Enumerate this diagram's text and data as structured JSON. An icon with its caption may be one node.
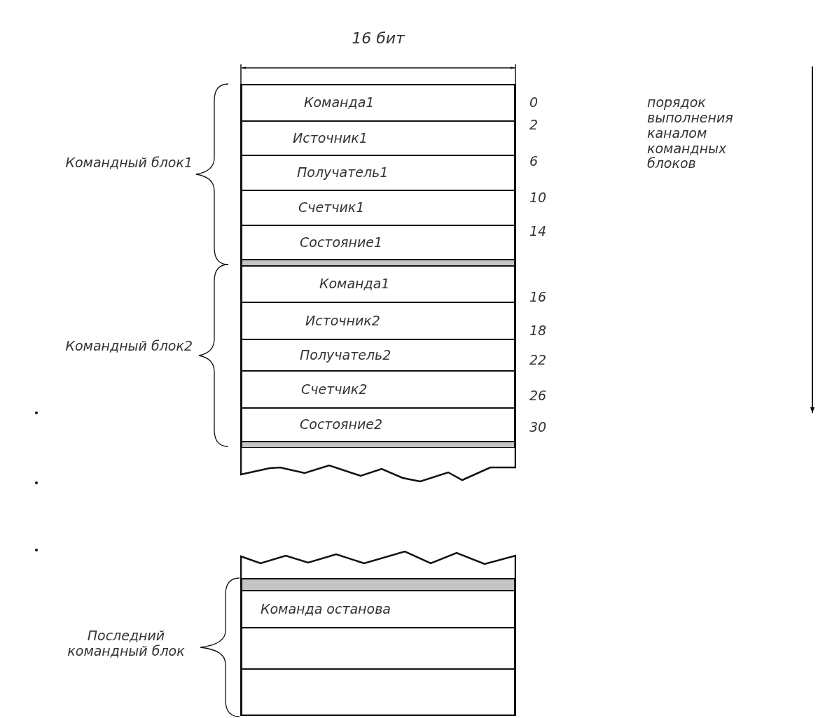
{
  "diagram": {
    "nodes": [
      {
        "text": [
          "Команда1"
        ]
      },
      {
        "text": [
          "Источник1"
        ]
      },
      {
        "text": [
          "Получатель1"
        ]
      },
      {
        "text": [
          "Счетчик1"
        ]
      },
      {
        "text": [
          "Состояние1"
        ]
      },
      {
        "text": [],
        "shape": "bar"
      },
      {
        "text": [
          "Команда1"
        ]
      },
      {
        "text": [
          "Источник2"
        ]
      },
      {
        "text": [
          "Получатель2"
        ]
      },
      {
        "text": [
          "Счетчик2"
        ]
      },
      {
        "text": [
          "Состояние2"
        ]
      },
      {
        "text": [],
        "shape": "bar"
      },
      {
        "text": [],
        "shape": "box"
      },
      {
        "text": [],
        "shape": "box"
      },
      {
        "text": [],
        "shape": "bar"
      },
      {
        "text": [
          "Команда останова"
        ]
      },
      {
        "text": [],
        "shape": "box"
      },
      {
        "text": [],
        "shape": "box"
      }
    ],
    "labels": [
      "16 бит",
      "0",
      "порядок выполнения каналом командных блоков",
      "2",
      "Командный блок1",
      "6",
      "10",
      "14",
      "16",
      "18",
      "Командный блок2",
      "22",
      "26",
      "30",
      "Последний командный блок"
    ]
  }
}
